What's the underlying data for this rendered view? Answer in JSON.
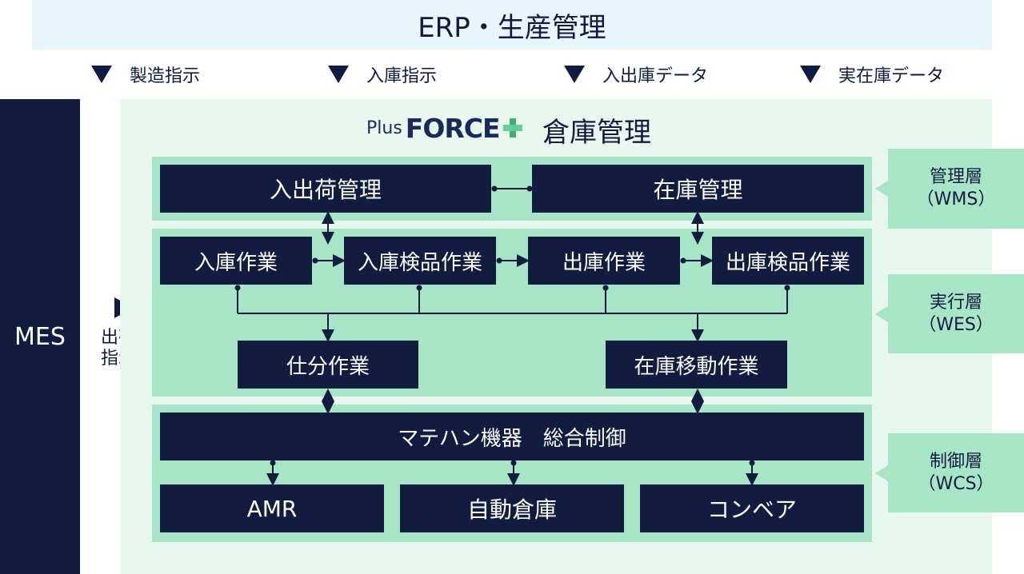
{
  "erp_title": "ERP・生産管理",
  "erp_flows": [
    "製造指示",
    "入庫指示",
    "入出庫データ",
    "実在庫データ"
  ],
  "mes": "MES",
  "shipping_instruction": [
    "出荷",
    "指示"
  ],
  "product": {
    "plus": "Plus",
    "force": "FORCE",
    "title": "倉庫管理"
  },
  "management": {
    "inout": "入出荷管理",
    "inventory": "在庫管理"
  },
  "execution": {
    "receiving": "入庫作業",
    "receiving_inspection": "入庫検品作業",
    "shipping": "出庫作業",
    "shipping_inspection": "出庫検品作業",
    "sorting": "仕分作業",
    "stock_transfer": "在庫移動作業"
  },
  "control": {
    "integrated": "マテハン機器　総合制御",
    "amr": "AMR",
    "asrs": "自動倉庫",
    "conveyor": "コンベア"
  },
  "layers": [
    {
      "name": "管理層",
      "code": "（WMS）"
    },
    {
      "name": "実行層",
      "code": "（WES）"
    },
    {
      "name": "制御層",
      "code": "（WCS）"
    }
  ],
  "colors": {
    "navy": "#111c3f",
    "green_band": "#a8e5c6",
    "light_green": "#e8f8ee",
    "light_blue": "#e8f5fc",
    "logo_green": "#3cb371"
  }
}
